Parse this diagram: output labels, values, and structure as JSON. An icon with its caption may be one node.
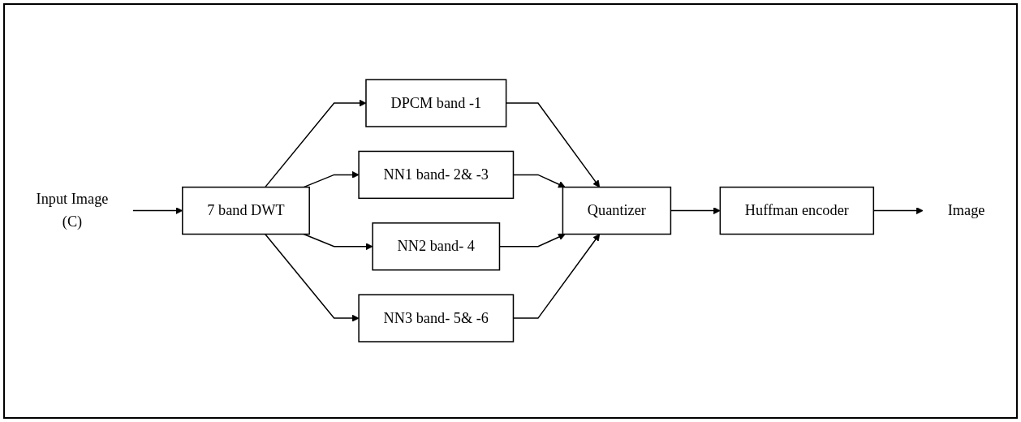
{
  "diagram": {
    "nodes": [
      {
        "text": [
          "Input Image"
        ],
        "beside": [
          "(C)"
        ]
      },
      {
        "text": [
          "7 band DWT"
        ]
      },
      {
        "text": [
          "DPCM band -1"
        ]
      },
      {
        "text": [
          "NN1 band- 2& -3"
        ]
      },
      {
        "text": [
          "NN2 band- 4"
        ]
      },
      {
        "text": [
          "NN3 band- 5& -6"
        ]
      },
      {
        "text": [
          "Quantizer"
        ]
      },
      {
        "text": [
          "Huffman encoder"
        ]
      },
      {
        "text": [
          "Image"
        ]
      }
    ],
    "edges": [
      {
        "from": 0,
        "to": 1,
        "arrow": "to"
      },
      {
        "from": 1,
        "to": 2,
        "arrow": "to"
      },
      {
        "from": 1,
        "to": 3,
        "arrow": "to"
      },
      {
        "from": 1,
        "to": 4,
        "arrow": "to"
      },
      {
        "from": 1,
        "to": 5,
        "arrow": "to"
      },
      {
        "from": 2,
        "to": 6,
        "arrow": "to"
      },
      {
        "from": 3,
        "to": 6,
        "arrow": "to"
      },
      {
        "from": 4,
        "to": 6,
        "arrow": "to"
      },
      {
        "from": 5,
        "to": 6,
        "arrow": "to"
      },
      {
        "from": 6,
        "to": 7,
        "arrow": "to"
      },
      {
        "from": 7,
        "to": 8,
        "arrow": "to"
      }
    ]
  }
}
